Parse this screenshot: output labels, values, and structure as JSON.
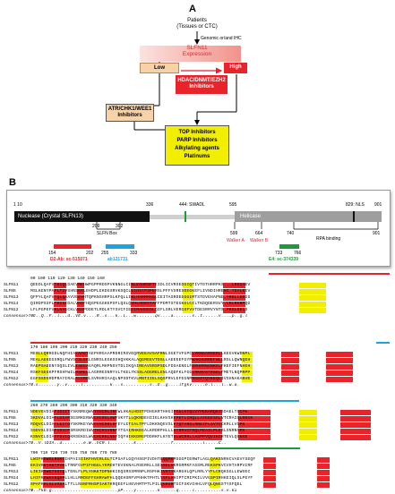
{
  "panelA": {
    "label": "A",
    "patients": "Patients\n(Tissues or CTC)",
    "genomic": "Genomic or/and IHC",
    "slfn11_line1": "SLFN11",
    "slfn11_line2": "Expression",
    "low": "Low",
    "high": "High",
    "hdac": "HDAC/DNMT/EZH2\nInhibitors",
    "atr": "ATR/CHK1/WEE1\nInhibitors",
    "therapies": "TOP Inhibitors\nPARP Inhibitors\nAlkylating agents\nPlatinums",
    "colors": {
      "red": "#e8232a",
      "pink": "#f7b7b3",
      "peach": "#f7d1a7",
      "yellow": "#f2ee00"
    }
  },
  "panelB": {
    "label": "B",
    "pos_1_10": "1 10",
    "pos_336": "336",
    "pos_444": "444: SWADL",
    "pos_595": "595",
    "pos_829": "829: NLS",
    "pos_901": "901",
    "nuclease": "Nuclease (Crystal SLFN13)",
    "helicase": "Helicase",
    "pos_209": "209",
    "pos_302": "302",
    "slfn_box": "SLFN Box",
    "pos_599": "599",
    "pos_664": "664",
    "walker_a": "Walker A",
    "walker_b": "Walker B",
    "pos_740": "740",
    "pos_901b": "901",
    "rpa": "RPA binding",
    "ab1_start": "154",
    "ab1_end": "202",
    "ab1_name": "D2-Ab: sc-515071",
    "ab2_start": "255",
    "ab2_end": "333",
    "ab2_name": "ab121731",
    "ab3_start": "733",
    "ab3_end": "766",
    "ab3_name": "E4: sc-374339",
    "colors": {
      "ab1": "#e8232a",
      "ab2": "#1fa3dc",
      "ab3": "#1a9b3c"
    }
  },
  "alignment": {
    "names": [
      "SLFN11",
      "SLFN5",
      "SLFN13",
      "SLFN14",
      "SLFN12",
      "consensus>70"
    ],
    "blocks": [
      {
        "ruler": "        90        100       110       120       130       140       150       160",
        "rows": [
          "QEEDLQAFVTKIQLDAEVREHWPGPPRDSPVKNNGLCINLEAHRSPTEIDLICVRSEDGIQTIVTDTHRRPKS...LRKIAEV",
          "MSLKENYPAFLTIVSHNSERLEHDPLEKDGSRVKSQCLEIHSTPSPERSLPFFVSRESDEGKEFLIVNDIHRENI.YDVLKEV",
          "QFPYLQAFVTQLQAAVVEEVHTQPKNSHRPSLKFQLLINLHARRMSGLCEITASRDEEGGIMTSTDVEHAPNE.YRKLLEEGS",
          "QIRDPSSFLTKISIDALVHIFHQSPEGGKEPSFLQSLQVHLHGRSTAFFPDMTSTEGKGLCILTKDQDERSVY.LKLRKRPQG",
          "LFLPGPEFVKLNVGCKLVEHPDDETLRDLKTYSVCFIEEIRAHSGSLQIFLSRLVERGSFVVTDESRRVYNTS.PKGLDELS",
          ".E..Q..F..l...d..VE.v....R..s...k..L...w.......qv....a.......s..t......v....p..g.l"
        ]
      },
      {
        "ruler": "170       180       190       200       210       220       230       240       250",
        "rows": [
          "MESLLQRRGDLNQFHIALAAGTAEPHRGAAPRDRIRSVEQRVEEAVSAFRNLSGETVFGPCLVKNGARSEELLKEGVKWDNPL",
          "MEALAEKEGSRQLFWVSCSLEKLGNRSLEGKSSHQVKKALAQGMEEVTDSLLAEEEEFGYPWAKHGRREFWLLRSLLQWNQEH",
          "RAEPSAEENYSQSLIVLISEEAVAQRLMHPNSVTDLIKQAIREAVSRSPSDLFDSAENELFGMHRRNGNKELFKEFIEFNHEH",
          "RSKFSEGKPFRSHFWILRSRELLAGRRESNRYVLTKELYKSSLADGRELENLAQDFKLFGGIRKNVSTRSELFMETLNQPRPP",
          "EGFSSDSRDPRAYIRALALCRDLSVRHRIAAQLNPSDTKVLMNTIIELSQSPRVLEFEGNMRGGRTQVKEQLIVSHNAKANVE",
          "..s.......y..v.....l..........k...s..........s..E..g....lfgkv.....e.l...l..w.a."
        ]
      },
      {
        "ruler": "260       270       280       290       300       310       320       330       340",
        "rows": [
          "NDEVGVDIAFIDIITYSKNREQWVYSHCRLINEWLHKALHDSTPDHGKRTHHGIFCGLKYQCVYPEKARQKISDAELTGCPK",
          "SKDVALDIAFLDIAPSGSRKERWVCHCRSLHWFVKYTLLQKNDEHIIELKHVSHFPETLIRQLLAIEEESGLVTCRAIQLRDCK",
          "RDQVCLDIAYLGITDYSKRKEYWVCVHCRRLHFEYLETIALTPFLDKKNQEVSLFTQTARGLRNEIFLSVTCCKRLLVCPK",
          "SSDVSLDIAFIDVCPSRSKRDIWVTHCRIVRNFYTGAIRHKEGALKRDRPHLLLGYRRVCFRQLPEAILPLESLSNRNCPK",
          "KSNVCLDIAYFDVIQKRSEKELWVCHCRKLNSFIQFHIKKDRGPDDRKFLKYETSLWCRRLIASPPVQVIKGRTEVLQGKKE",
          "...V.lDIA..d........e.W..hCR.l.........k.............f...........l.....C.."
        ]
      },
      {
        "ruler": "700       710       720       730       740       750       760       770       780",
        "rows": [
          "LWIFKDWGLRSKTIHPAISIIKFHVCRLGLTCPSAFLGQYHSGPIVDHTLQQMKMSGGPIERWTLAGLQAKSNRHCVAEVYSEQF",
          "EKIVKDYHGTPVELTRNFGVPIFHGGLYKMDHTEVSKNALRSERKLLSESSELVKRGRMKFASSMLREKSPKVCVHTARPVIRF",
          "LIEIKDWGTKSIQLTENLFLPLYHKKTDPNHKIEQSRSSMRNPLRSPHKIVHTYKARGHLQPLRRLYYFLCRQKSGLLEWSEC",
          "LHIFKDWGVNQDPLLHLLRRDGFFGHRAWFHLQQEHSRFVPHHKTPHTLYSFLHHIPTCRIPKILVVGSPIRHKEIQLSLPEYF",
          "SPAFKDLGLVSSALTTLLNSNFRHSPIAKTKRQEEFLHEVHMTPTLPILQGRSRTGCFSKVIHHLVFQLQNSSTYSFQEL",
          "l..fkD.g.........................pP....y........k......q.....l..........s.v.ki"
        ]
      }
    ]
  }
}
